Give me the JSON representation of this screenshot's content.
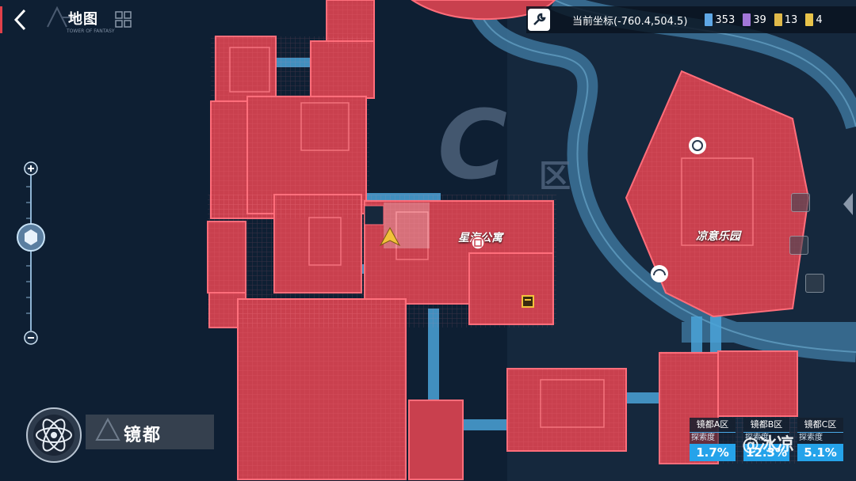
{
  "header": {
    "title": "地图",
    "logo_text": "TOWER OF FANTASY"
  },
  "coords": {
    "label": "当前坐标(-760.4,504.5)"
  },
  "resources": [
    {
      "value": "353",
      "color": "#5fa8e6"
    },
    {
      "value": "39",
      "color": "#a277d9"
    },
    {
      "value": "13",
      "color": "#e0b94a"
    },
    {
      "value": "4",
      "color": "#e8c34a"
    }
  ],
  "map": {
    "zone_letter": "C",
    "zone_suffix": "区",
    "pois": [
      {
        "name": "星海公寓"
      },
      {
        "name": "凉意乐园"
      }
    ]
  },
  "region": {
    "name": "镜都"
  },
  "districts": [
    {
      "name": "镜都A区",
      "sub": "探索度",
      "pct": "1.7%"
    },
    {
      "name": "镜都B区",
      "sub": "探索度",
      "pct": "12.3%"
    },
    {
      "name": "镜都C区",
      "sub": "探索度",
      "pct": "5.1%"
    }
  ],
  "watermark": "@冰凉",
  "colors": {
    "bg": "#0b1a2c",
    "building": "#c9404e",
    "river": "#3d7aa3",
    "accent": "#25a3ea"
  }
}
